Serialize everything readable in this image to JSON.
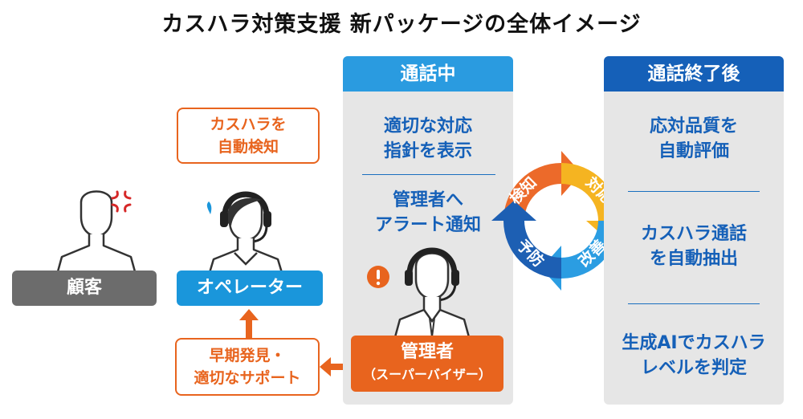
{
  "title": "カスハラ対策支援 新パッケージの全体イメージ",
  "customer": {
    "label": "顧客"
  },
  "operator": {
    "label": "オペレーター",
    "detect_note": [
      "カスハラを",
      "自動検知"
    ]
  },
  "support_note": [
    "早期発見・",
    "適切なサポート"
  ],
  "manager": {
    "label": "管理者",
    "sub": "（スーパーバイザー）"
  },
  "during_call": {
    "header": "通話中",
    "items": [
      [
        "適切な対応",
        "指針を表示"
      ],
      [
        "管理者へ",
        "アラート通知"
      ]
    ]
  },
  "after_call": {
    "header": "通話終了後",
    "items": [
      [
        "応対品質を",
        "自動評価"
      ],
      [
        "カスハラ通話",
        "を自動抽出"
      ],
      [
        "生成AIでカスハラ",
        "レベルを判定"
      ]
    ]
  },
  "cycle": [
    "検知",
    "対応",
    "改善",
    "予防"
  ],
  "colors": {
    "blue_header_light": "#2a9be0",
    "blue_header_dark": "#1560b8",
    "text_blue": "#1560b8",
    "orange": "#e8641e",
    "gray": "#6c6c6c",
    "cycle_orange": "#ec6a2a",
    "cycle_yellow": "#f5b421",
    "cycle_lightblue": "#2b9de2",
    "cycle_darkblue": "#1d5fb3"
  }
}
